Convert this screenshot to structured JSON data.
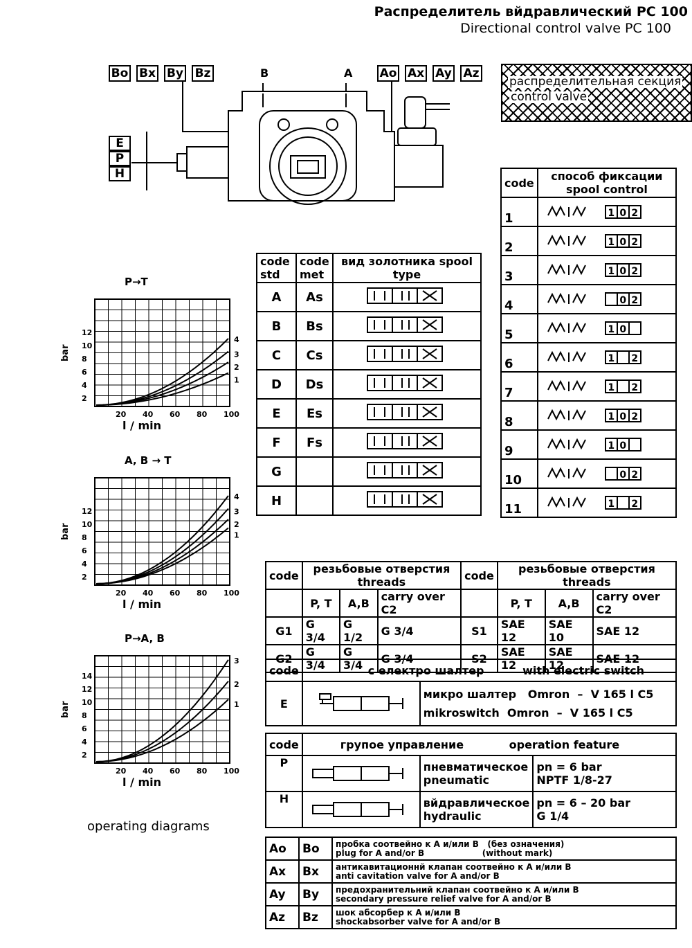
{
  "header": {
    "title_ru": "Распределитель вйдравлический РС 100",
    "title_en": "Directional control valve PC 100"
  },
  "drawing": {
    "labels_b": [
      "Bo",
      "Bx",
      "By",
      "Bz"
    ],
    "labels_a": [
      "Ao",
      "Ax",
      "Ay",
      "Az"
    ],
    "port_b": "B",
    "port_a": "A",
    "labels_side": [
      "E",
      "P",
      "H"
    ],
    "section_ru": "распределительная секция",
    "section_en": "control valve"
  },
  "diagrams": [
    {
      "title": "P→T",
      "ylabel": "bar",
      "yticks": [
        "2",
        "4",
        "6",
        "8",
        "10",
        "12"
      ],
      "xticks": [
        "20",
        "40",
        "60",
        "80",
        "100"
      ],
      "xlabel": "l / min",
      "curve_labels": [
        "4",
        "3",
        "2",
        "1"
      ]
    },
    {
      "title": "A, B → T",
      "ylabel": "bar",
      "yticks": [
        "2",
        "4",
        "6",
        "8",
        "10",
        "12"
      ],
      "xticks": [
        "20",
        "40",
        "60",
        "80",
        "100"
      ],
      "xlabel": "l / min",
      "curve_labels": [
        "4",
        "3",
        "2",
        "1"
      ]
    },
    {
      "title": "P→A, B",
      "ylabel": "bar",
      "yticks": [
        "2",
        "4",
        "6",
        "8",
        "10",
        "12",
        "14"
      ],
      "xticks": [
        "20",
        "40",
        "60",
        "80",
        "100"
      ],
      "xlabel": "l / min",
      "curve_labels": [
        "3",
        "2",
        "1"
      ]
    }
  ],
  "operating_label": "operating diagrams",
  "spool_table": {
    "headers": [
      "code std",
      "code met",
      "вид золотника spool type"
    ],
    "rows": [
      {
        "std": "A",
        "met": "As"
      },
      {
        "std": "B",
        "met": "Bs"
      },
      {
        "std": "C",
        "met": "Cs"
      },
      {
        "std": "D",
        "met": "Ds"
      },
      {
        "std": "E",
        "met": "Es"
      },
      {
        "std": "F",
        "met": "Fs"
      },
      {
        "std": "G",
        "met": ""
      },
      {
        "std": "H",
        "met": ""
      }
    ]
  },
  "control_table": {
    "header_code": "code",
    "header_ru": "способ фиксации",
    "header_en": "spool control",
    "rows": [
      {
        "code": "1",
        "seq": [
          "1",
          "0",
          "2"
        ]
      },
      {
        "code": "2",
        "seq": [
          "1",
          "0",
          "2"
        ]
      },
      {
        "code": "3",
        "seq": [
          "1",
          "0",
          "2"
        ]
      },
      {
        "code": "4",
        "seq": [
          "",
          "0",
          "2"
        ]
      },
      {
        "code": "5",
        "seq": [
          "1",
          "0",
          ""
        ]
      },
      {
        "code": "6",
        "seq": [
          "1",
          "",
          "2"
        ]
      },
      {
        "code": "7",
        "seq": [
          "1",
          "",
          "2"
        ]
      },
      {
        "code": "8",
        "seq": [
          "1",
          "0",
          "2"
        ]
      },
      {
        "code": "9",
        "seq": [
          "1",
          "0",
          ""
        ]
      },
      {
        "code": "10",
        "seq": [
          "",
          "0",
          "2"
        ]
      },
      {
        "code": "11",
        "seq": [
          "1",
          "",
          "2"
        ]
      }
    ]
  },
  "threads_table": {
    "code": "code",
    "header_ru": "резьбовые отверстия",
    "header_en": "threads",
    "cols": [
      "P, T",
      "A,B",
      "carry over C2"
    ],
    "left_rows": [
      {
        "code": "G1",
        "pt": "G 3/4",
        "ab": "G 1/2",
        "c2": "G 3/4"
      },
      {
        "code": "G2",
        "pt": "G 3/4",
        "ab": "G 3/4",
        "c2": "G 3/4"
      }
    ],
    "right_rows": [
      {
        "code": "S1",
        "pt": "SAE 12",
        "ab": "SAE 10",
        "c2": "SAE 12"
      },
      {
        "code": "S2",
        "pt": "SAE 12",
        "ab": "SAE 12",
        "c2": "SAE 12"
      }
    ]
  },
  "switch_table": {
    "code": "code",
    "title_ru": "с електро шалтер",
    "title_en": "with electric switch",
    "row_code": "E",
    "text_ru": "микро шалтер   Omron  –  V 165 l C5",
    "text_en": "mikroswitch  Omron  –  V 165 l C5"
  },
  "feature_table": {
    "code": "code",
    "title_ru": "групое управление",
    "title_en": "operation feature",
    "rows": [
      {
        "code": "P",
        "ru": "пневматическое",
        "en": "pneumatic",
        "v1": "pn = 6 bar",
        "v2": "NPTF 1/8-27"
      },
      {
        "code": "H",
        "ru": "вйдравлическое",
        "en": "hydraulic",
        "v1": "pn = 6 – 20 bar",
        "v2": "G 1/4"
      }
    ]
  },
  "valve_table": {
    "rows": [
      {
        "a": "Ao",
        "b": "Bo",
        "ru": "пробка соотвейно к А и/или B   (без означения)",
        "en": "plug for A and/or B                    (without mark)"
      },
      {
        "a": "Ax",
        "b": "Bx",
        "ru": "антикавитационнй клапан соотвейно к А и/или B",
        "en": "anti cavitation valve for A and/or B"
      },
      {
        "a": "Ay",
        "b": "By",
        "ru": "предохранительний клапан соотвейно к А и/или B",
        "en": "secondary pressure relief valve for A and/or B"
      },
      {
        "a": "Az",
        "b": "Bz",
        "ru": "шок абсорбер к А и/или B",
        "en": "shockabsorber valve for A and/or B"
      }
    ]
  }
}
